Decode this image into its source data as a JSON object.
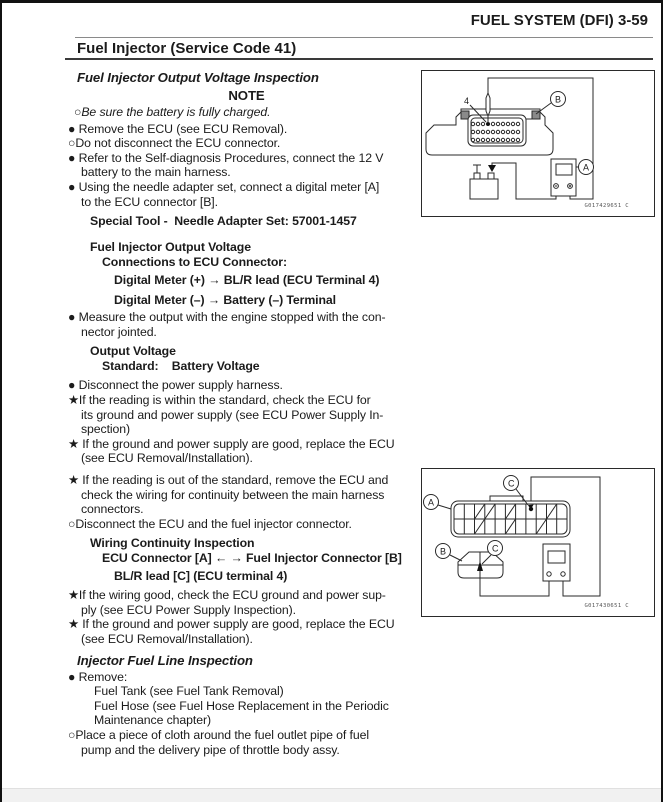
{
  "header": {
    "page_title": "FUEL SYSTEM (DFI) 3-59",
    "section_title": "Fuel Injector (Service Code 41)"
  },
  "inspection1": {
    "title": "Fuel Injector Output Voltage Inspection",
    "note_heading": "NOTE",
    "note": "○Be sure the battery is fully charged.",
    "step1": "● Remove the ECU (see ECU Removal).",
    "step2": "○Do not disconnect the ECU connector.",
    "step3": "● Refer to the Self-diagnosis Procedures, connect the 12 V\nbattery to the main harness.",
    "step4": "● Using the needle adapter set, connect a digital meter [A]\nto the ECU connector [B].",
    "special_tool": "Special Tool -  Needle Adapter Set: 57001-1457",
    "spec_output_1": "Fuel Injector Output Voltage",
    "spec_output_2": "Connections to ECU Connector:",
    "spec_output_3": "Digital Meter (+) → BL/R lead (ECU Terminal 4)",
    "spec_output_4": "Digital Meter (–) → Battery (–) Terminal",
    "step5": "● Measure the output with the engine stopped with the con-\nnector jointed.",
    "spec_voltage_1": "Output Voltage",
    "spec_voltage_2": "Standard:    Battery Voltage",
    "step6": "● Disconnect the power supply harness.",
    "step7": "★If the reading is within the standard, check the ECU for\nits ground and power supply (see ECU Power Supply In-\nspection)",
    "step8": "★ If the ground and power supply are good, replace the ECU\n(see ECU Removal/Installation).",
    "step9": "★ If the reading is out of the standard, remove the ECU and\ncheck the wiring for continuity between the main harness\nconnectors.",
    "step10": "○Disconnect the ECU and the fuel injector connector.",
    "spec_wiring_1": "Wiring Continuity Inspection",
    "spec_wiring_2": "ECU Connector [A] ← → Fuel Injector Connector [B]",
    "spec_wiring_3": "BL/R lead [C] (ECU terminal 4)",
    "step11": "★If the wiring good, check the ECU ground and power sup-\nply (see ECU Power Supply Inspection).",
    "step12": "★ If the ground and power supply are good, replace the ECU\n(see ECU Removal/Installation)."
  },
  "inspection2": {
    "title": "Injector Fuel Line Inspection",
    "step1": "● Remove:",
    "step1_items": "Fuel Tank (see Fuel Tank Removal)\nFuel Hose (see Fuel Hose Replacement in the Periodic\nMaintenance chapter)",
    "step2": "○Place a piece of cloth around the fuel outlet pipe of fuel\npump and the delivery pipe of throttle body assy."
  },
  "figure1": {
    "label_pin": "4",
    "label_connector": "B",
    "label_meter": "A",
    "code": "G017429651 C"
  },
  "figure2": {
    "label_ecu": "A",
    "label_injector": "B",
    "label_lead_top": "C",
    "label_lead_bottom": "C",
    "code": "G017430651 C"
  }
}
